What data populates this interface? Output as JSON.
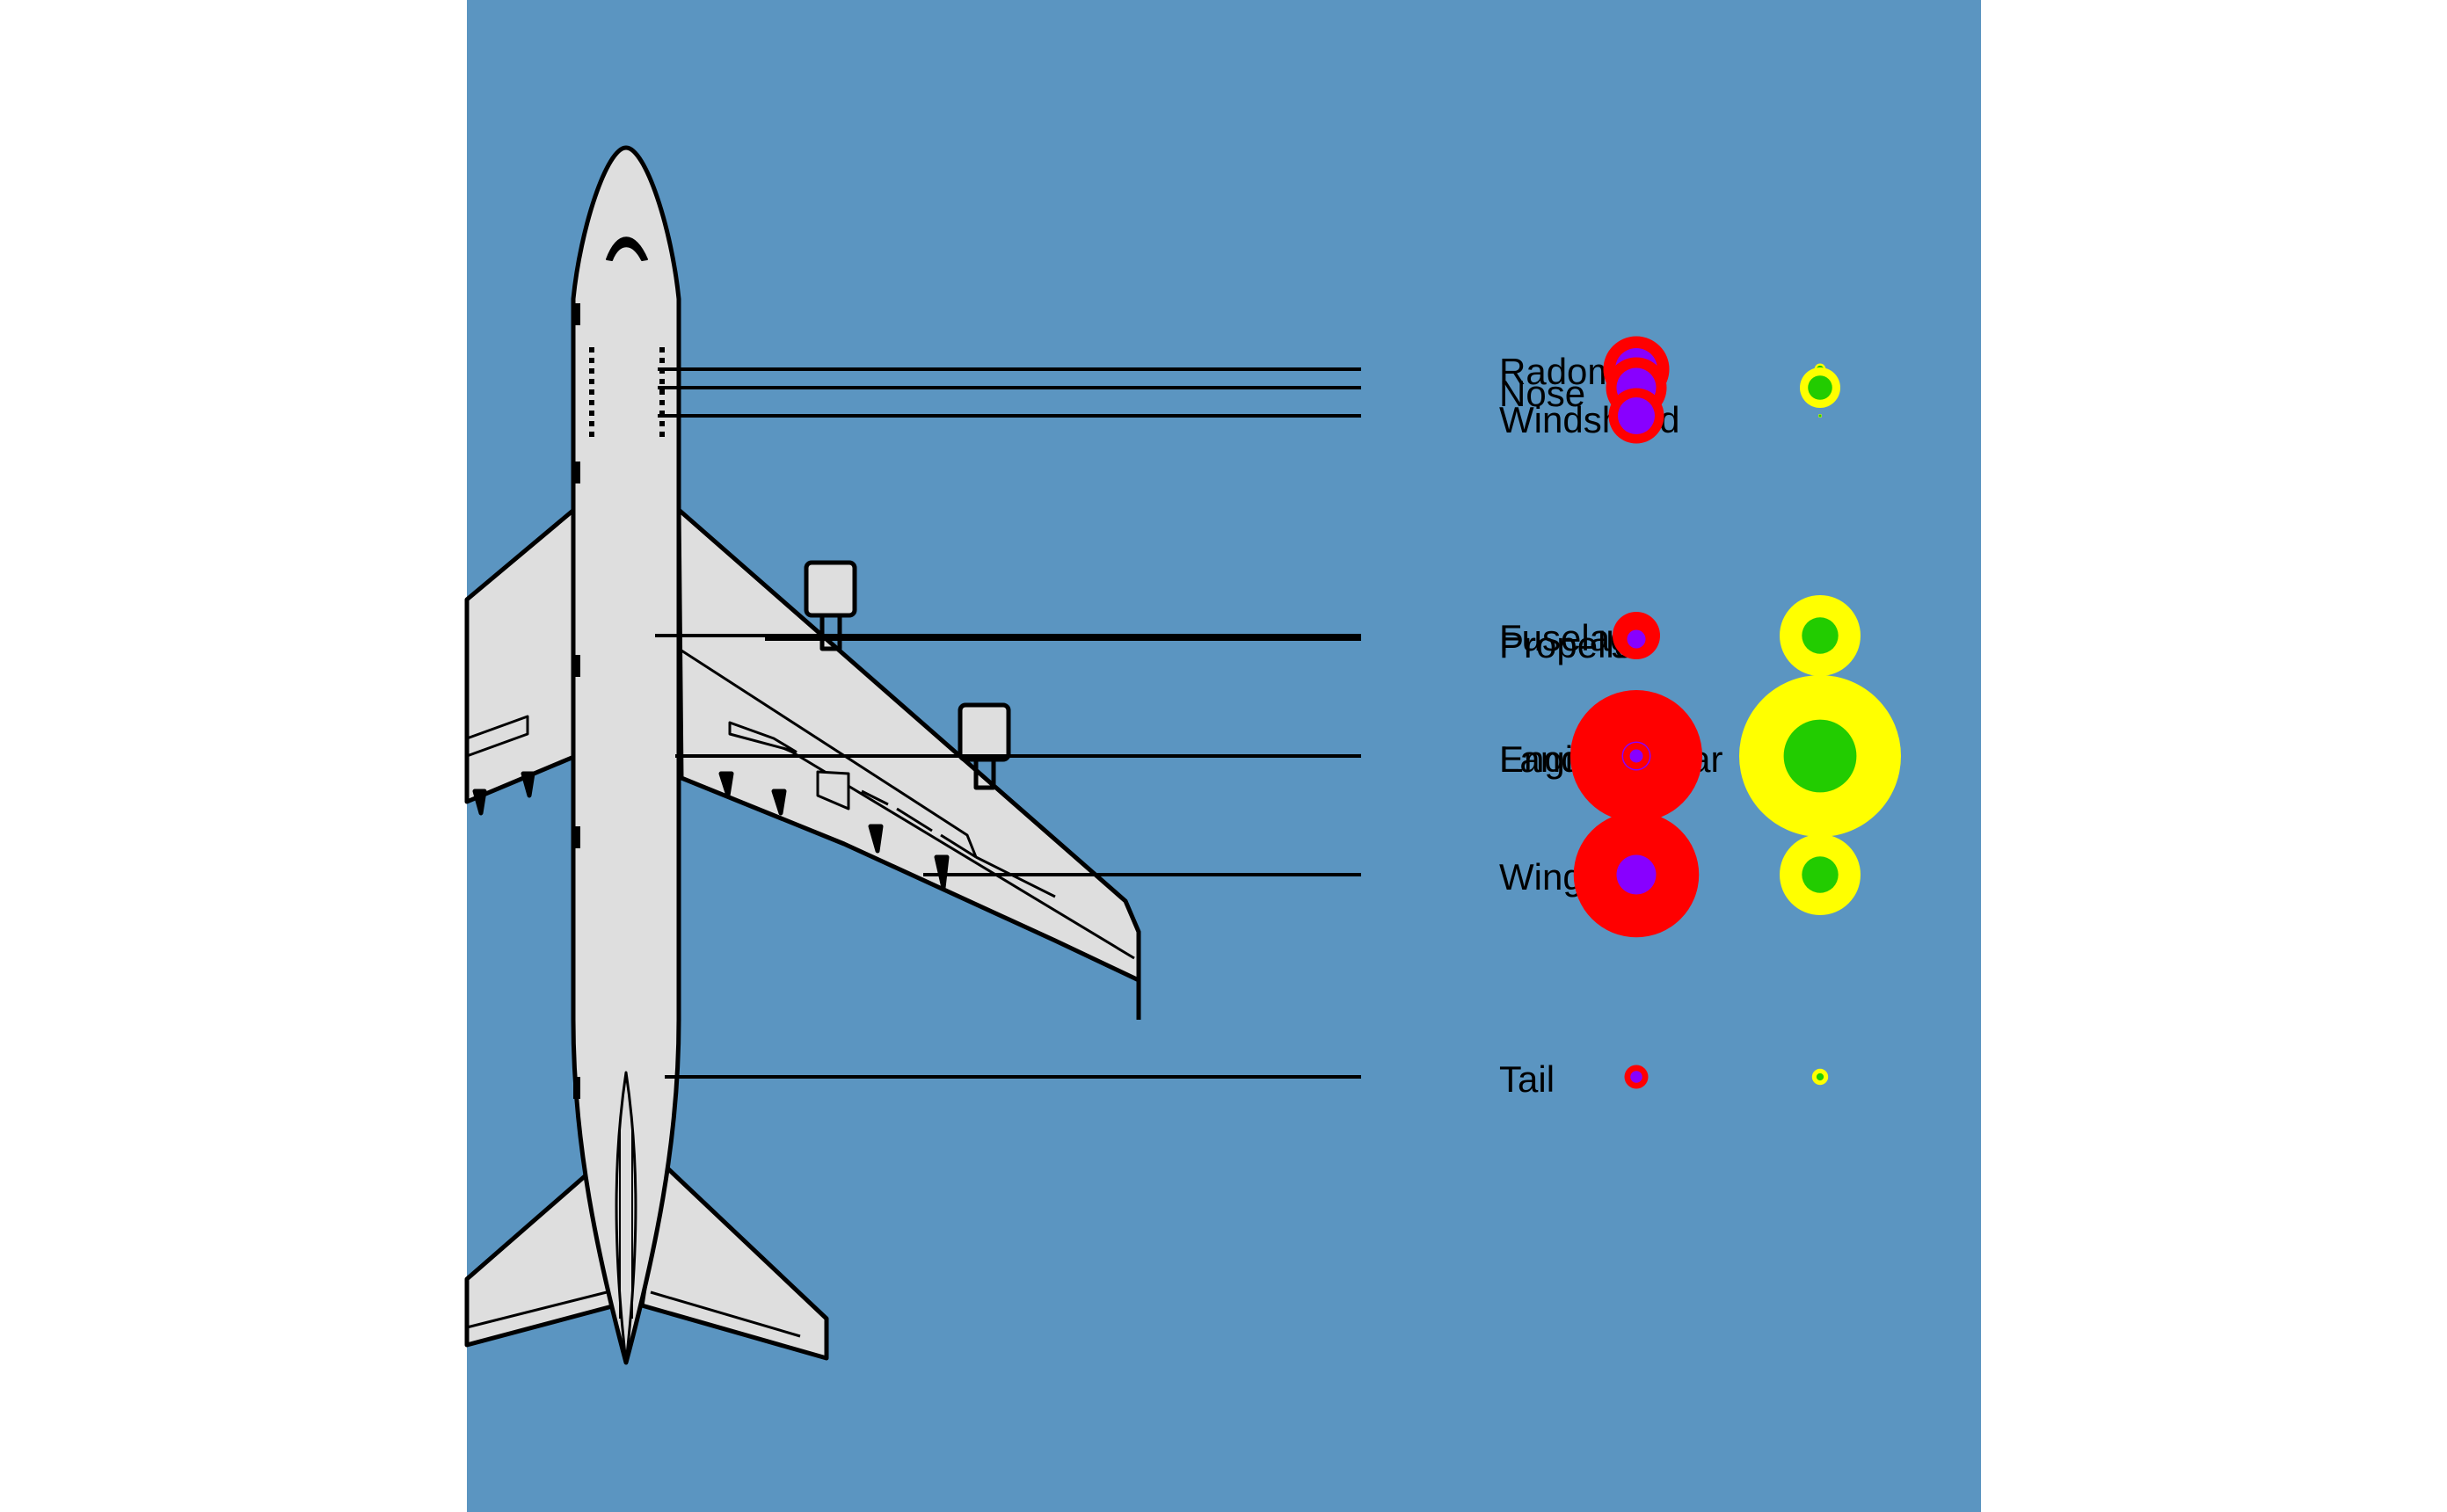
{
  "colors": {
    "page_background": "#ffffff",
    "panel_background": "#5b95c1",
    "plane_fill": "#dedede",
    "plane_outline": "#000000",
    "leader_line": "#000000",
    "outer_red": "#ff0000",
    "inner_purple": "#8800ff",
    "outer_yellow": "#ffff00",
    "inner_green": "#22cc00"
  },
  "chart_data": {
    "type": "bubble",
    "title": "",
    "xlabel": "",
    "ylabel": "",
    "grid": false,
    "legend": "none",
    "background_image": "airplane-top-view-icon",
    "parts": [
      {
        "label": "Radome",
        "red_outer": 0.5,
        "purple_inner": 0.32,
        "yellow_outer": 0.14,
        "green_inner": 0.09
      },
      {
        "label": "Nose",
        "red_outer": 0.46,
        "purple_inner": 0.3,
        "yellow_outer": 0.5,
        "green_inner": 0.3
      },
      {
        "label": "Windshield",
        "red_outer": 0.42,
        "purple_inner": 0.28,
        "yellow_outer": 0.02,
        "green_inner": 0.01
      },
      {
        "label": "Fuselage",
        "red_outer": 0.36,
        "purple_inner": 0.2,
        "yellow_outer": 1.0,
        "green_inner": 0.45
      },
      {
        "label": "Propeller",
        "red_outer": 0.28,
        "purple_inner": 0.14,
        "yellow_outer": 0.0,
        "green_inner": 0.0
      },
      {
        "label": "Landing Gear",
        "red_outer": 1.0,
        "purple_inner": 0.22,
        "yellow_outer": 2.0,
        "green_inner": 0.9
      },
      {
        "label": "Engine",
        "red_outer": 0.2,
        "purple_inner": 0.1,
        "yellow_outer": 0.0,
        "green_inner": 0.0
      },
      {
        "label": "Wing",
        "red_outer": 0.95,
        "purple_inner": 0.3,
        "yellow_outer": 1.0,
        "green_inner": 0.45
      },
      {
        "label": "Tail",
        "red_outer": 0.18,
        "purple_inner": 0.09,
        "yellow_outer": 0.2,
        "green_inner": 0.09
      }
    ]
  }
}
